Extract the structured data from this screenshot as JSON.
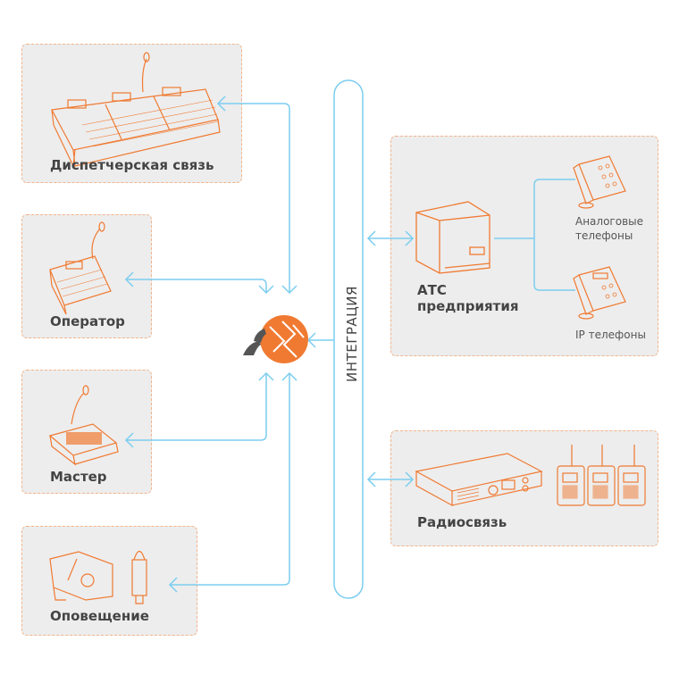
{
  "colors": {
    "accent": "#f07a32",
    "connector": "#7ccdf0",
    "panel_bg": "#ededed",
    "panel_border": "#f3b48a",
    "text": "#444444"
  },
  "bus": {
    "label": "ИНТЕГРАЦИЯ"
  },
  "left_blocks": [
    {
      "label": "Диспетчерская связь",
      "icon": "dispatch-console-icon"
    },
    {
      "label": "Оператор",
      "icon": "operator-console-icon"
    },
    {
      "label": "Мастер",
      "icon": "master-console-icon"
    },
    {
      "label": "Оповещение",
      "icon": "loudspeaker-beacon-icon"
    }
  ],
  "right_blocks": [
    {
      "label_line1": "АТС",
      "label_line2": "предприятия",
      "icon": "pbx-box-icon",
      "phones": [
        {
          "label_line1": "Аналоговые",
          "label_line2": "телефоны",
          "icon": "analog-phone-icon"
        },
        {
          "label": "IP телефоны",
          "icon": "ip-phone-icon"
        }
      ]
    },
    {
      "label": "Радиосвязь",
      "icon": "radio-base-station-icon",
      "radios_icon": "handheld-radio-icon"
    }
  ],
  "hub": {
    "icon": "system-hub-logo-icon"
  }
}
